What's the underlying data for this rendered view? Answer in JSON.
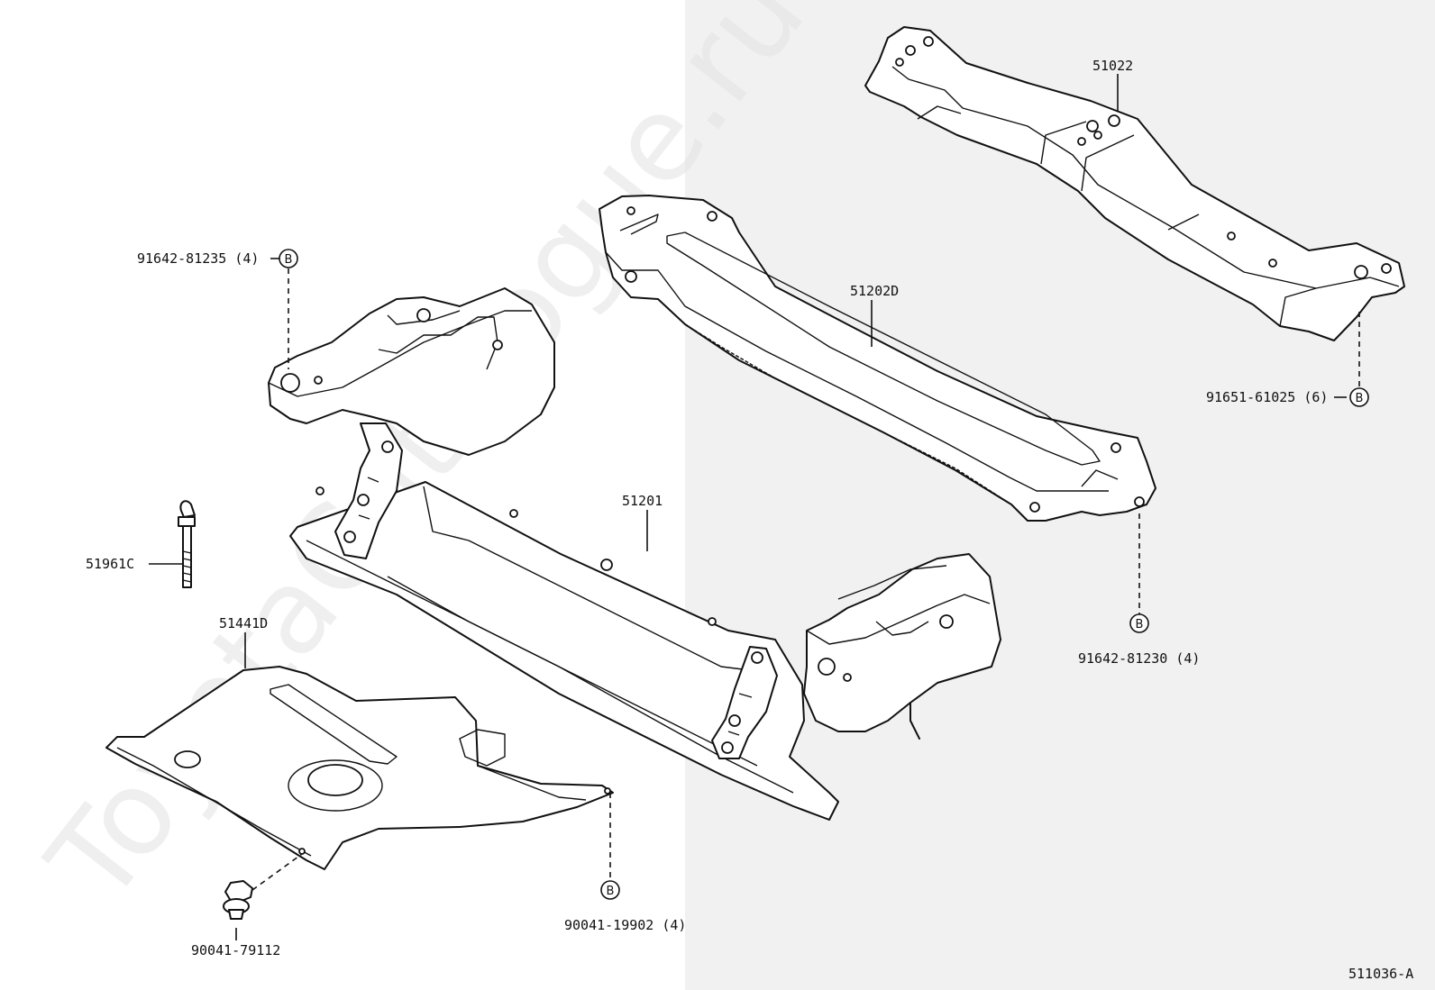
{
  "watermark": "ToyotaCatalogue.ru",
  "diagram_code": "511036-A",
  "marker_letter": "B",
  "parts": [
    {
      "id": "p51022",
      "label": "51022"
    },
    {
      "id": "p51202d",
      "label": "51202D"
    },
    {
      "id": "p51201",
      "label": "51201"
    },
    {
      "id": "p51961c",
      "label": "51961C"
    },
    {
      "id": "p51441d",
      "label": "51441D"
    }
  ],
  "fasteners": [
    {
      "id": "f1",
      "label": "91642-81235 (4)"
    },
    {
      "id": "f2",
      "label": "91651-61025 (6)"
    },
    {
      "id": "f3",
      "label": "91642-81230 (4)"
    },
    {
      "id": "f4",
      "label": "90041-19902 (4)"
    },
    {
      "id": "f5",
      "label": "90041-79112"
    }
  ]
}
